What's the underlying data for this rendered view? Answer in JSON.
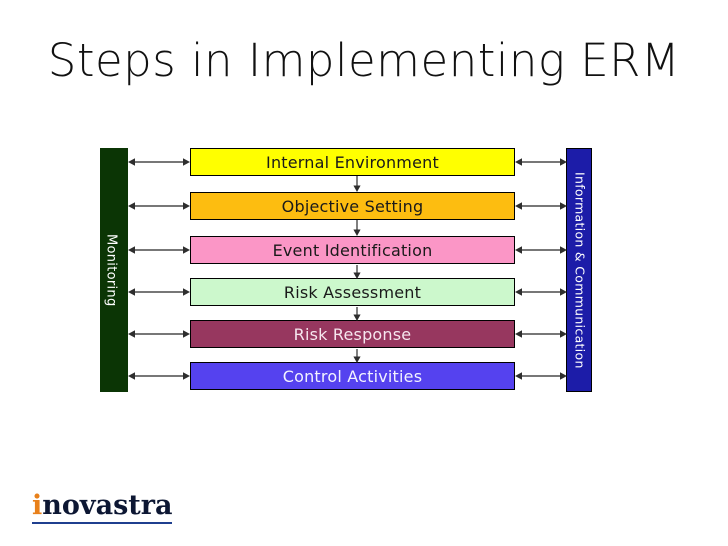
{
  "slide": {
    "title": "Steps in Implementing ERM",
    "background_color": "#ffffff"
  },
  "diagram": {
    "type": "process-flow",
    "left_bar": {
      "label": "Monitoring",
      "fill_color": "#0b3505",
      "text_color": "#ffffff",
      "orientation": "vertical"
    },
    "right_bar": {
      "label": "Information & Communication",
      "fill_color": "#1c1ca8",
      "text_color": "#ffffff",
      "orientation": "vertical"
    },
    "steps": [
      {
        "label": "Internal Environment",
        "fill_color": "#ffff00",
        "text_color": "#1a1a1a"
      },
      {
        "label": "Objective Setting",
        "fill_color": "#fdbd10",
        "text_color": "#1a1a1a"
      },
      {
        "label": "Event Identification",
        "fill_color": "#fb96c6",
        "text_color": "#1a1a1a"
      },
      {
        "label": "Risk Assessment",
        "fill_color": "#ccf8cc",
        "text_color": "#1a1a1a"
      },
      {
        "label": "Risk Response",
        "fill_color": "#97375f",
        "text_color": "#f6e6ee"
      },
      {
        "label": "Control Activities",
        "fill_color": "#5542ef",
        "text_color": "#f2f2ff"
      }
    ],
    "connector_color": "#4a4a4a",
    "arrow_style": "double-headed"
  },
  "logo": {
    "accent_letter": "i",
    "word": "novastra",
    "accent_color": "#e8801a",
    "word_color": "#0d1733",
    "underline_color": "#1f3f8f"
  }
}
